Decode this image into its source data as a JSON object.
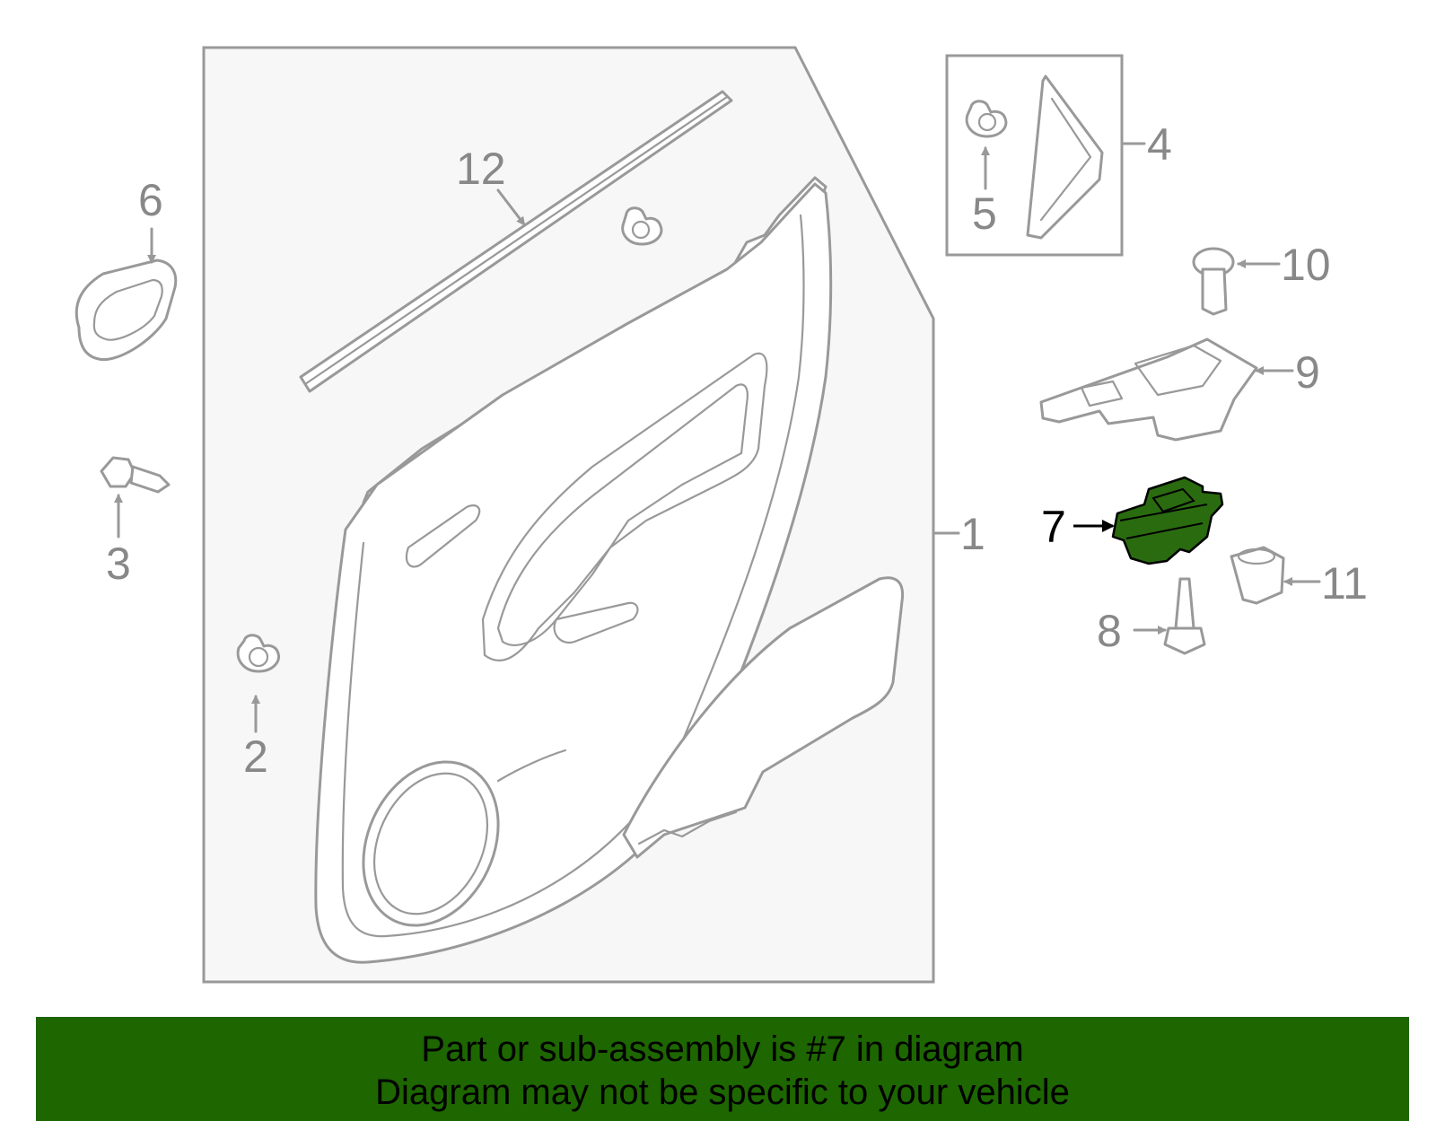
{
  "diagram": {
    "callouts": [
      {
        "id": "1",
        "text": "1"
      },
      {
        "id": "2",
        "text": "2"
      },
      {
        "id": "3",
        "text": "3"
      },
      {
        "id": "4",
        "text": "4"
      },
      {
        "id": "5",
        "text": "5"
      },
      {
        "id": "6",
        "text": "6"
      },
      {
        "id": "7",
        "text": "7"
      },
      {
        "id": "8",
        "text": "8"
      },
      {
        "id": "9",
        "text": "9"
      },
      {
        "id": "10",
        "text": "10"
      },
      {
        "id": "11",
        "text": "11"
      },
      {
        "id": "12",
        "text": "12"
      }
    ],
    "highlighted_part": "7",
    "colors": {
      "line": "#999999",
      "panel": "#f7f7f7",
      "highlight": "#2a6b10",
      "banner": "#1d6600"
    }
  },
  "banner": {
    "line1": "Part or sub-assembly is #7 in diagram",
    "line2": "Diagram may not be specific to your vehicle"
  }
}
